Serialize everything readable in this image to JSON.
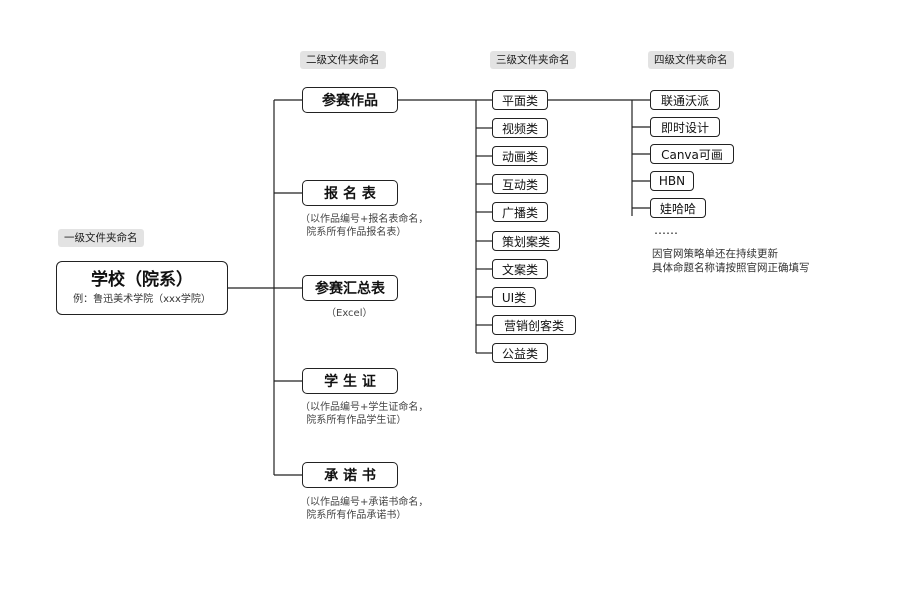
{
  "headers": {
    "level1": "一级文件夹命名",
    "level2": "二级文件夹命名",
    "level3": "三级文件夹命名",
    "level4": "四级文件夹命名"
  },
  "root": {
    "title": "学校（院系）",
    "subtitle": "例：鲁迅美术学院（xxx学院）"
  },
  "level2": [
    {
      "label": "参赛作品",
      "note": ""
    },
    {
      "label": "报 名 表",
      "note": "（以作品编号+报名表命名，\n  院系所有作品报名表）"
    },
    {
      "label": "参赛汇总表",
      "note": "（Excel）"
    },
    {
      "label": "学 生 证",
      "note": "（以作品编号+学生证命名，\n  院系所有作品学生证）"
    },
    {
      "label": "承 诺 书",
      "note": "（以作品编号+承诺书命名，\n  院系所有作品承诺书）"
    }
  ],
  "level3": [
    "平面类",
    "视频类",
    "动画类",
    "互动类",
    "广播类",
    "策划案类",
    "文案类",
    "UI类",
    "营销创客类",
    "公益类"
  ],
  "level4": [
    "联通沃派",
    "即时设计",
    "Canva可画",
    "HBN",
    "娃哈哈"
  ],
  "level4_more": "……",
  "level4_note": "因官网策略单还在持续更新\n具体命题名称请按照官网正确填写"
}
